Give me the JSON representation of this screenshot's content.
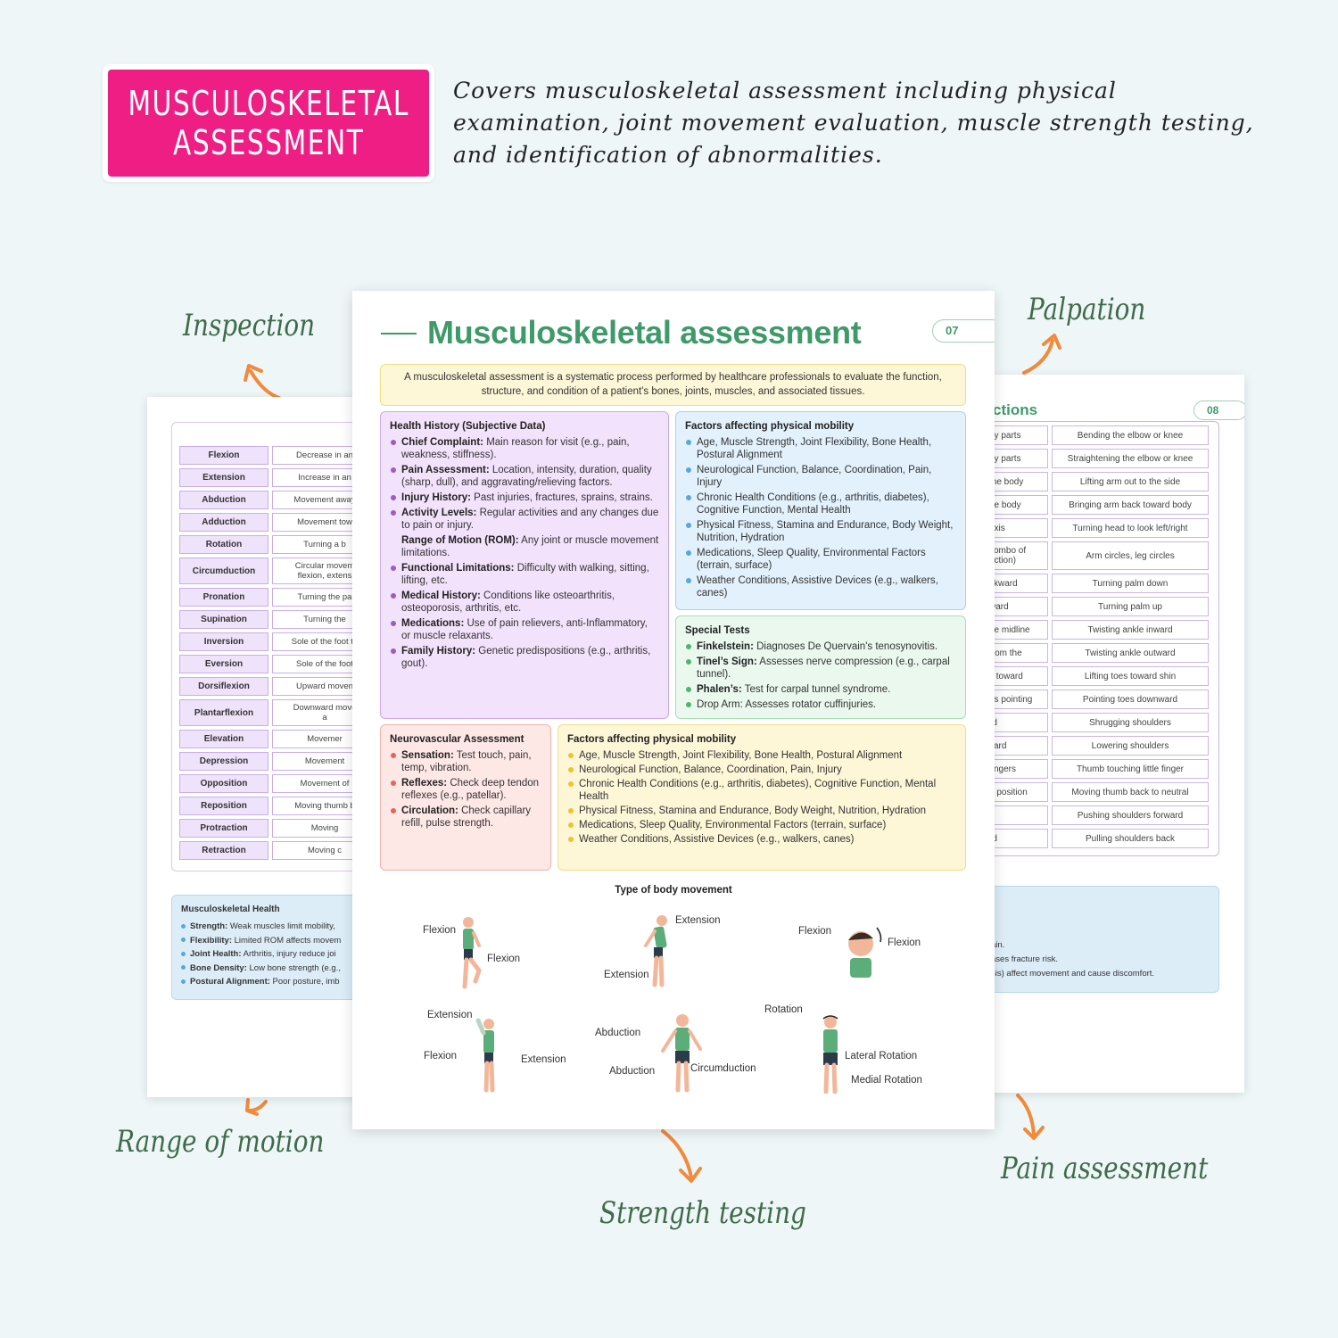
{
  "hero": {
    "title_line1": "MUSCULOSKELETAL",
    "title_line2": "ASSESSMENT",
    "description": "Covers musculoskeletal assessment including physical examination, joint movement evaluation, muscle strength testing, and identification of abnormalities."
  },
  "callouts": {
    "inspection": "Inspection",
    "palpation": "Palpation",
    "range_of_motion": "Range of motion",
    "strength_testing": "Strength testing",
    "pain_assessment": "Pain assessment"
  },
  "left_page": {
    "table": [
      {
        "term": "Flexion",
        "def": "Decrease in an"
      },
      {
        "term": "Extension",
        "def": "Increase in an"
      },
      {
        "term": "Abduction",
        "def": "Movement away"
      },
      {
        "term": "Adduction",
        "def": "Movement tow"
      },
      {
        "term": "Rotation",
        "def": "Turning a b"
      },
      {
        "term": "Circumduction",
        "def": "Circular movem",
        "def2": "flexion, extens"
      },
      {
        "term": "Pronation",
        "def": "Turning the pa"
      },
      {
        "term": "Supination",
        "def": "Turning the"
      },
      {
        "term": "Inversion",
        "def": "Sole of the foot tu"
      },
      {
        "term": "Eversion",
        "def": "Sole of the foot"
      },
      {
        "term": "Dorsiflexion",
        "def": "Upward moven"
      },
      {
        "term": "Plantarflexion",
        "def": "Downward move",
        "def2": "a"
      },
      {
        "term": "Elevation",
        "def": "Movemer"
      },
      {
        "term": "Depression",
        "def": "Movement"
      },
      {
        "term": "Opposition",
        "def": "Movement of"
      },
      {
        "term": "Reposition",
        "def": "Moving thumb b"
      },
      {
        "term": "Protraction",
        "def": "Moving"
      },
      {
        "term": "Retraction",
        "def": "Moving c"
      }
    ],
    "health": {
      "title": "Musculoskeletal Health",
      "items": [
        {
          "label": "Strength:",
          "text": "Weak muscles limit mobility,"
        },
        {
          "label": "Flexibility:",
          "text": "Limited ROM affects movem"
        },
        {
          "label": "Joint Health:",
          "text": "Arthritis, injury reduce joi"
        },
        {
          "label": "Bone Density:",
          "text": "Low bone strength (e.g.,"
        },
        {
          "label": "Postural Alignment:",
          "text": "Poor posture, imb"
        }
      ]
    }
  },
  "right_page": {
    "title": "ctions",
    "page_no": "08",
    "table": [
      {
        "left": "dy parts",
        "right": "Bending the elbow or knee"
      },
      {
        "left": "dy parts",
        "right": "Straightening the elbow or knee"
      },
      {
        "left": "the body",
        "right": "Lifting arm out to the side"
      },
      {
        "left": "he body",
        "right": "Bringing arm back toward body"
      },
      {
        "left": "axis",
        "right": "Turning head to look left/right"
      },
      {
        "left": "combo of",
        "left2": "uction)",
        "right": "Arm circles, leg circles"
      },
      {
        "left": "ckward",
        "right": "Turning palm down"
      },
      {
        "left": "ward",
        "right": "Turning palm up"
      },
      {
        "left": "he midline",
        "right": "Twisting ankle inward"
      },
      {
        "left": "from the",
        "right": "Twisting ankle outward"
      },
      {
        "left": "s toward",
        "right": "Lifting toes toward shin"
      },
      {
        "left": "es pointing",
        "right": "Pointing toes downward"
      },
      {
        "left": "rd",
        "right": "Shrugging shoulders"
      },
      {
        "left": "vard",
        "right": "Lowering shoulders"
      },
      {
        "left": "fingers",
        "right": "Thumb touching little finger"
      },
      {
        "left": "n position",
        "right": "Moving thumb back to neutral"
      },
      {
        "left": "d",
        "right": "Pushing shoulders forward"
      },
      {
        "left": "rd",
        "right": "Pulling shoulders back"
      }
    ],
    "info": [
      "ain.",
      "ases fracture risk.",
      "sis) affect movement and cause discomfort."
    ]
  },
  "main_page": {
    "title": "Musculoskeletal assessment",
    "page_no": "07",
    "intro": "A musculoskeletal assessment is a systematic process performed by healthcare professionals to evaluate the function, structure, and condition of a patient's bones, joints, muscles, and associated tissues.",
    "health_history": {
      "title": "Health History (Subjective Data)",
      "items": [
        {
          "label": "Chief Complaint:",
          "text": " Main reason for visit (e.g., pain, weakness, stiffness)."
        },
        {
          "label": "Pain Assessment:",
          "text": " Location, intensity, duration, quality (sharp, dull), and aggravating/relieving factors."
        },
        {
          "label": "Injury History:",
          "text": " Past injuries, fractures, sprains, strains."
        },
        {
          "label": "Activity Levels:",
          "text": " Regular activities and any changes due to pain or injury."
        },
        {
          "label": "Range of Motion (ROM):",
          "text": " Any joint or muscle movement limitations.",
          "nodot": true
        },
        {
          "label": "Functional Limitations:",
          "text": " Difficulty with walking, sitting, lifting, etc."
        },
        {
          "label": "Medical History:",
          "text": " Conditions like osteoarthritis, osteoporosis, arthritis, etc."
        },
        {
          "label": "Medications:",
          "text": " Use of pain relievers, anti-Inflammatory, or muscle relaxants."
        },
        {
          "label": "Family History:",
          "text": " Genetic predispositions (e.g., arthritis, gout)."
        }
      ]
    },
    "mobility_blue": {
      "title": "Factors affecting physical mobility",
      "items": [
        "Age, Muscle Strength, Joint Flexibility, Bone Health, Postural Alignment",
        "Neurological Function, Balance, Coordination, Pain, Injury",
        "Chronic Health Conditions (e.g., arthritis, diabetes), Cognitive Function, Mental Health",
        "Physical Fitness, Stamina and Endurance, Body Weight, Nutrition, Hydration",
        "Medications, Sleep Quality, Environmental Factors (terrain, surface)",
        "Weather Conditions, Assistive Devices (e.g., walkers, canes)"
      ]
    },
    "special_tests": {
      "title": "Special Tests",
      "items": [
        {
          "label": "Finkelstein:",
          "text": " Diagnoses De Quervain's tenosynovitis."
        },
        {
          "label": "Tinel’s Sign:",
          "text": " Assesses nerve compression (e.g., carpal tunnel)."
        },
        {
          "label": "Phalen’s:",
          "text": " Test for carpal tunnel syndrome."
        },
        {
          "label": "",
          "text": "Drop Arm: Assesses rotator cuffinjuries."
        }
      ]
    },
    "neurovascular": {
      "title": "Neurovascular Assessment",
      "items": [
        {
          "label": "Sensation:",
          "text": " Test touch, pain, temp, vibration."
        },
        {
          "label": "Reflexes:",
          "text": " Check deep tendon reflexes (e.g., patellar)."
        },
        {
          "label": "Circulation:",
          "text": " Check capillary refill, pulse strength."
        }
      ]
    },
    "mobility_yellow": {
      "title": "Factors affecting physical mobility",
      "items": [
        "Age, Muscle Strength, Joint Flexibility, Bone Health, Postural Alignment",
        "Neurological Function, Balance, Coordination, Pain, Injury",
        "Chronic Health Conditions (e.g., arthritis, diabetes), Cognitive Function, Mental Health",
        "Physical Fitness, Stamina and Endurance, Body Weight, Nutrition, Hydration",
        "Medications, Sleep Quality, Environmental Factors (terrain, surface)",
        "Weather Conditions, Assistive Devices (e.g., walkers, canes)"
      ]
    },
    "movement": {
      "title": "Type of body movement",
      "labels": {
        "leg_flexion_top": "Flexion",
        "leg_flexion_bottom": "Flexion",
        "trunk_extension_top": "Extension",
        "trunk_extension_bottom": "Extension",
        "neck_flexion_left": "Flexion",
        "neck_flexion_right": "Flexion",
        "arm_extension_top": "Extension",
        "arm_flexion": "Flexion",
        "arm_extension_right": "Extension",
        "abduction_top": "Abduction",
        "abduction_bottom": "Abduction",
        "circumduction": "Circumduction",
        "rotation": "Rotation",
        "lateral_rotation": "Lateral Rotation",
        "medial_rotation": "Medial Rotation"
      }
    }
  },
  "colors": {
    "brand_pink": "#ee1e85",
    "brand_green": "#3f9a6a",
    "arrow_orange": "#f08a3c"
  }
}
